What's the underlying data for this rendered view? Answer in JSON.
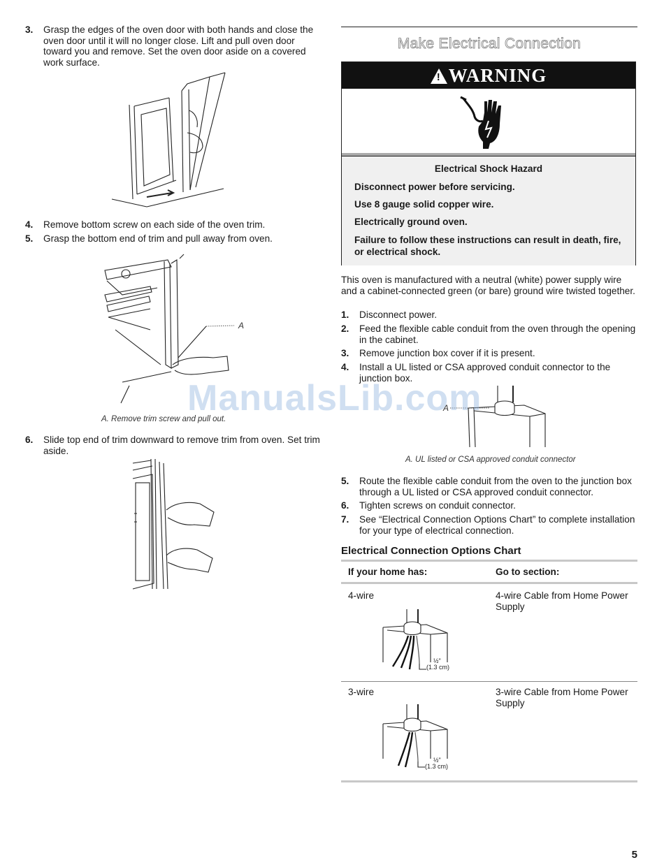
{
  "left": {
    "step3": {
      "num": "3.",
      "text": "Grasp the edges of the oven door with both hands and close the oven door until it will no longer close. Lift and pull oven door toward you and remove. Set the oven door aside on a covered work surface."
    },
    "step4": {
      "num": "4.",
      "text": "Remove bottom screw on each side of the oven trim."
    },
    "step5": {
      "num": "5.",
      "text": "Grasp the bottom end of trim and pull away from oven."
    },
    "trim_label": "A",
    "trim_caption": "A. Remove trim screw and pull out.",
    "step6": {
      "num": "6.",
      "text": "Slide top end of trim downward to remove trim from oven. Set trim aside."
    }
  },
  "right": {
    "section_title": "Make Electrical Connection",
    "warning": {
      "header": "WARNING",
      "hazard": "Electrical Shock Hazard",
      "lines": [
        "Disconnect power before servicing.",
        "Use 8 gauge solid copper wire.",
        "Electrically ground oven.",
        "Failure to follow these instructions can result in death, fire, or electrical shock."
      ]
    },
    "intro": "This oven is manufactured with a neutral (white) power supply wire and a cabinet-connected green (or bare) ground wire twisted together.",
    "steps_a": [
      {
        "num": "1.",
        "text": "Disconnect power."
      },
      {
        "num": "2.",
        "text": "Feed the flexible cable conduit from the oven through the opening in the cabinet."
      },
      {
        "num": "3.",
        "text": "Remove junction box cover if it is present."
      },
      {
        "num": "4.",
        "text": "Install a UL listed or CSA approved conduit connector to the junction box."
      }
    ],
    "connector_label": "A",
    "connector_caption": "A. UL listed or CSA approved conduit connector",
    "steps_b": [
      {
        "num": "5.",
        "text": "Route the flexible cable conduit from the oven to the junction box through a UL listed or CSA approved conduit connector."
      },
      {
        "num": "6.",
        "text": "Tighten screws on conduit connector."
      },
      {
        "num": "7.",
        "text": "See “Electrical Connection Options Chart” to complete installation for your type of electrical connection."
      }
    ],
    "chart": {
      "title": "Electrical Connection Options Chart",
      "col1": "If your home has:",
      "col2": "Go to section:",
      "rows": [
        {
          "has": "4-wire",
          "section": "4-wire Cable from Home Power Supply",
          "dim": "½\"",
          "dim_cm": "(1.3 cm)"
        },
        {
          "has": "3-wire",
          "section": "3-wire Cable from Home Power Supply",
          "dim": "½\"",
          "dim_cm": "(1.3 cm)"
        }
      ]
    }
  },
  "watermark": "ManualsLib.com",
  "page_number": "5"
}
